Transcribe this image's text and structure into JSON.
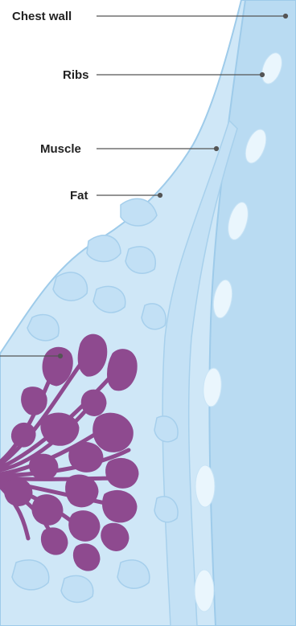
{
  "diagram": {
    "labels": {
      "chest_wall": "Chest wall",
      "ribs": "Ribs",
      "muscle": "Muscle",
      "fat": "Fat"
    },
    "colors": {
      "tissue_light": "#cde6f7",
      "tissue_mid": "#b5d8f1",
      "tissue_outline": "#9ecbea",
      "rib": "#e9f5fd",
      "gland": "#8e4a8f",
      "leader": "#555555"
    }
  }
}
